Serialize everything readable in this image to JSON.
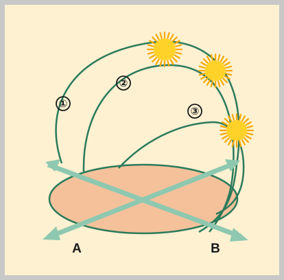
{
  "colors": {
    "background": "#fdf1d2",
    "border": "#c8c8c8",
    "ground": "#f4c19b",
    "ground_outline": "#2a7a5a",
    "sun_path": "#2a7a5a",
    "direction_arrow": "#8ec8b0",
    "sun_core": "#ffd22a",
    "sun_rays": "#f6a800"
  },
  "diagram": {
    "paths": [
      {
        "label": "①"
      },
      {
        "label": "②"
      },
      {
        "label": "③"
      }
    ],
    "suns": [
      {
        "name": "sun-1",
        "icon": "sun-icon"
      },
      {
        "name": "sun-2",
        "icon": "sun-icon"
      },
      {
        "name": "sun-3",
        "icon": "sun-icon"
      }
    ],
    "directions": {
      "left": "A",
      "right": "B"
    }
  }
}
